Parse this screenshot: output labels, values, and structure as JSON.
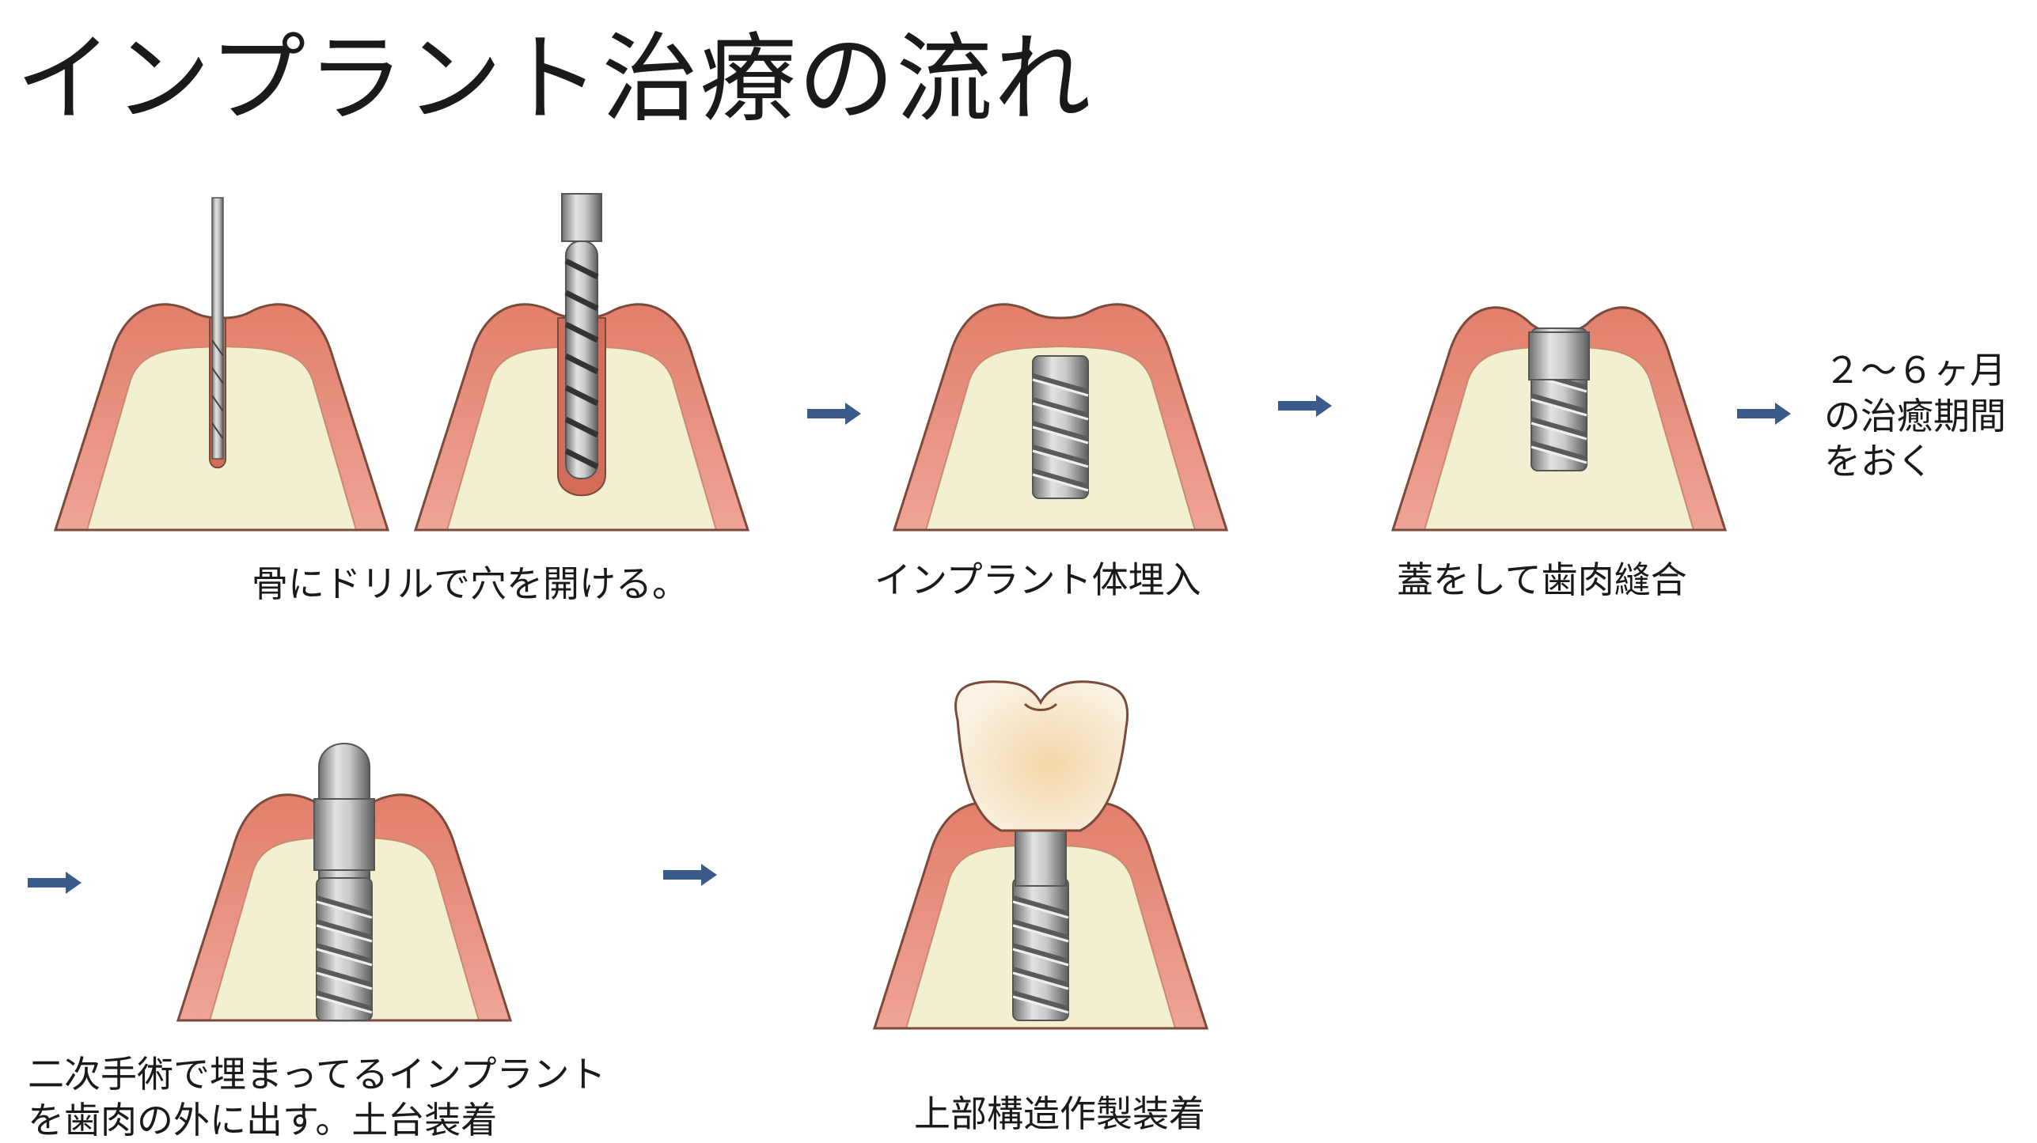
{
  "title": "インプラント治療の流れ",
  "steps": {
    "drill_caption": "骨にドリルで穴を開ける。",
    "implant_caption": "インプラント体埋入",
    "suture_caption": "蓋をして歯肉縫合",
    "healing_note": [
      "２～６ヶ月",
      "の治癒期間",
      "をおく"
    ],
    "second_surgery_caption": [
      "二次手術で埋まってるインプラント",
      "を歯肉の外に出す。土台装着"
    ],
    "crown_caption": "上部構造作製装着"
  },
  "colors": {
    "gum": "#e8927e",
    "gum_edge": "#d46c5a",
    "bone": "#f3f0d2",
    "outline": "#7a4a3a",
    "metal": "#b9b9b9",
    "metal_dark": "#6f6f6f",
    "arrow": "#3a5a8c",
    "crown": "#f8e6c4"
  },
  "icons": [
    "drill-icon",
    "implant-icon",
    "abutment-icon",
    "crown-icon",
    "arrow-right-icon"
  ]
}
